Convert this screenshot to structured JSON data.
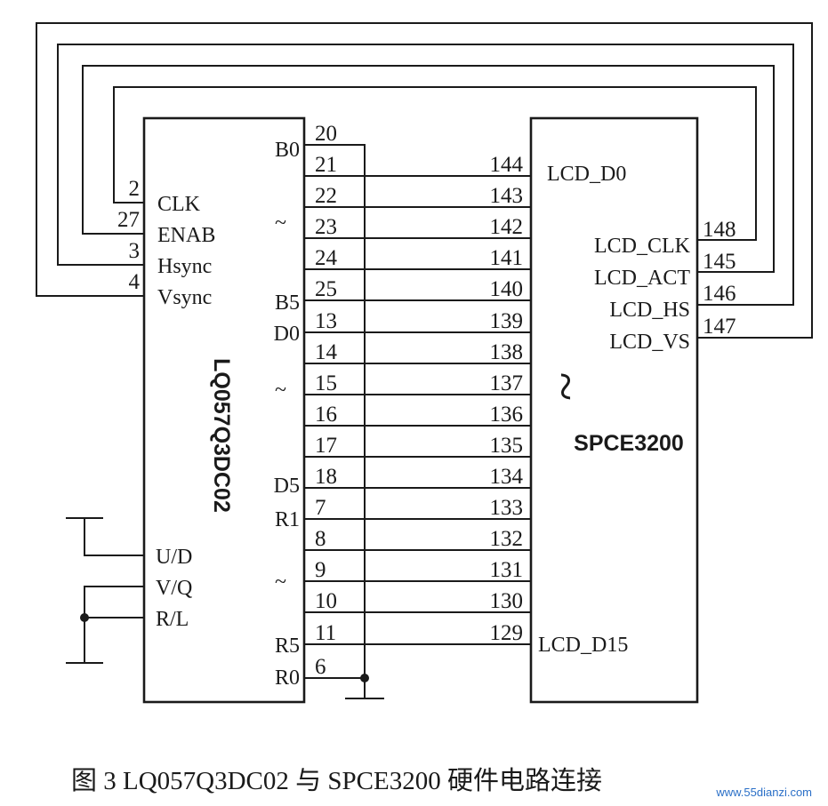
{
  "left_chip": {
    "name": "LQ057Q3DC02",
    "ctrl_pins": [
      {
        "num": "2",
        "label": "CLK"
      },
      {
        "num": "27",
        "label": "ENAB"
      },
      {
        "num": "3",
        "label": "Hsync"
      },
      {
        "num": "4",
        "label": "Vsync"
      }
    ],
    "mode_pins": [
      {
        "label": "U/D"
      },
      {
        "label": "V/Q"
      },
      {
        "label": "R/L"
      }
    ],
    "side_labels": [
      "B0",
      "~",
      "B5",
      "D0",
      "~",
      "D5",
      "R1",
      "~",
      "R5",
      "R0"
    ],
    "data_pins": [
      "20",
      "21",
      "22",
      "23",
      "24",
      "25",
      "13",
      "14",
      "15",
      "16",
      "17",
      "18",
      "7",
      "8",
      "9",
      "10",
      "11",
      "6"
    ]
  },
  "right_chip": {
    "name": "SPCE3200",
    "top_label": "LCD_D0",
    "bottom_label": "LCD_D15",
    "tilde": "~",
    "data_pins": [
      "144",
      "143",
      "142",
      "141",
      "140",
      "139",
      "138",
      "137",
      "136",
      "135",
      "134",
      "133",
      "132",
      "131",
      "130",
      "129"
    ],
    "ctrl_pins": [
      {
        "label": "LCD_CLK",
        "num": "148"
      },
      {
        "label": "LCD_ACT",
        "num": "145"
      },
      {
        "label": "LCD_HS",
        "num": "146"
      },
      {
        "label": "LCD_VS",
        "num": "147"
      }
    ]
  },
  "caption": "图 3  LQ057Q3DC02 与 SPCE3200 硬件电路连接",
  "watermark": "www.55dianzi.com"
}
